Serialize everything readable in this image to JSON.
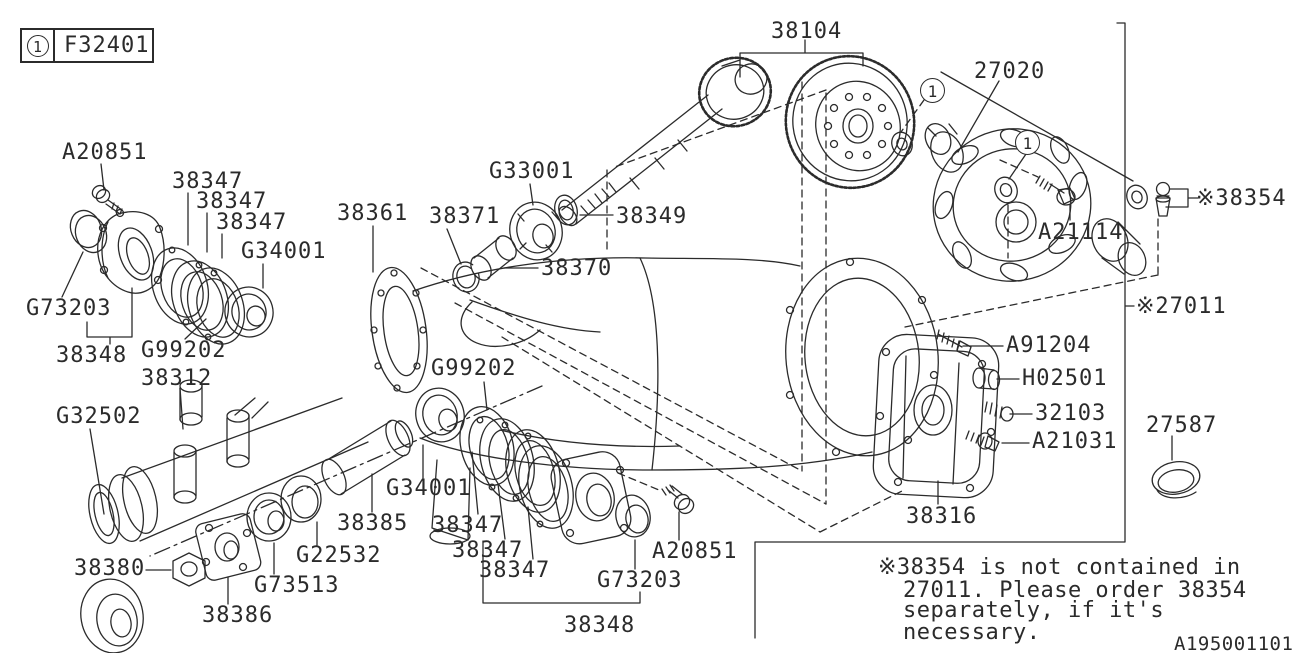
{
  "colors": {
    "ink": "#2b2b2b",
    "bg": "#ffffff"
  },
  "legend": {
    "marker": "1",
    "code": "F32401"
  },
  "callout_markers": [
    {
      "text": "1"
    },
    {
      "text": "1"
    }
  ],
  "labels": [
    {
      "text": "A20851"
    },
    {
      "text": "38347"
    },
    {
      "text": "38347"
    },
    {
      "text": "38347"
    },
    {
      "text": "38361"
    },
    {
      "text": "G34001"
    },
    {
      "text": "38371"
    },
    {
      "text": "G33001"
    },
    {
      "text": "38349"
    },
    {
      "text": "38370"
    },
    {
      "text": "38104"
    },
    {
      "text": "27020"
    },
    {
      "text": "A21114"
    },
    {
      "text": "※38354"
    },
    {
      "text": "※27011"
    },
    {
      "text": "G73203"
    },
    {
      "text": "38348"
    },
    {
      "text": "G99202"
    },
    {
      "text": "38312"
    },
    {
      "text": "G32502"
    },
    {
      "text": "G99202"
    },
    {
      "text": "G34001"
    },
    {
      "text": "38385"
    },
    {
      "text": "G22532"
    },
    {
      "text": "G73513"
    },
    {
      "text": "38380"
    },
    {
      "text": "38386"
    },
    {
      "text": "38347"
    },
    {
      "text": "38347"
    },
    {
      "text": "38347"
    },
    {
      "text": "G73203"
    },
    {
      "text": "38348"
    },
    {
      "text": "A20851"
    },
    {
      "text": "A91204"
    },
    {
      "text": "H02501"
    },
    {
      "text": "32103"
    },
    {
      "text": "A21031"
    },
    {
      "text": "38316"
    },
    {
      "text": "27587"
    }
  ],
  "note": {
    "line1": "※38354 is not contained in",
    "line2": "27011. Please order 38354",
    "line3": "separately, if it's",
    "line4": "necessary."
  },
  "doc_number": "A195001101"
}
